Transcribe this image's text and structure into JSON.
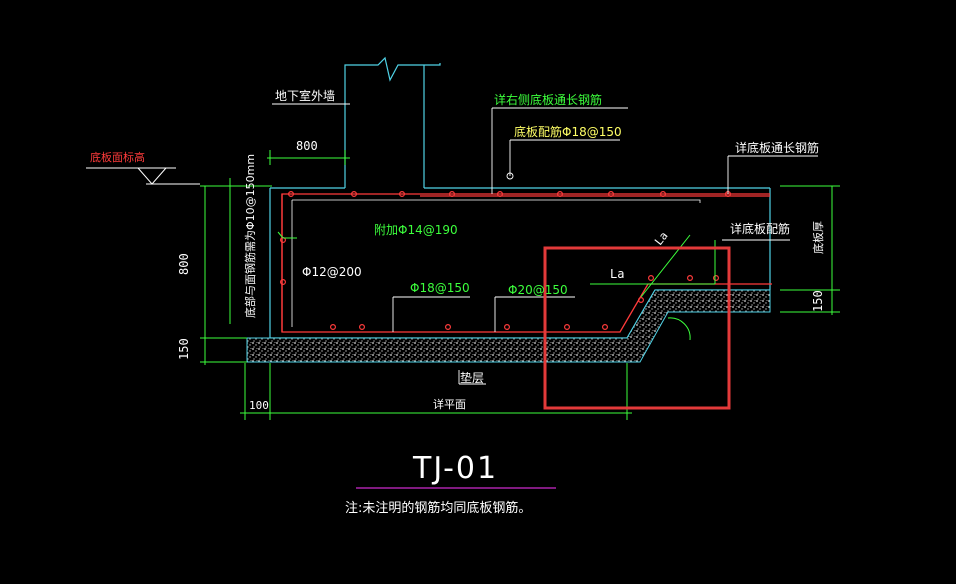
{
  "colors": {
    "background": "#000000",
    "red": "#ff3b3b",
    "cyan": "#4fd2e6",
    "green": "#3cff3c",
    "white": "#ffffff",
    "yellow": "#ffff66",
    "magenta": "#ff33ff",
    "highlight": "#e33a3a",
    "concrete": "#d8d8d8"
  },
  "labels": {
    "basement_wall": "地下室外墙",
    "slab_top_elev": "底板面标高",
    "dim_800_top": "800",
    "detail_right_long_bar": "详右侧底板通长钢筋",
    "slab_bar": "底板配筋Φ18@150",
    "detail_slab_long_bar": "详底板通长钢筋",
    "vertical_note": "底部与面钢筋需为Φ10@150mm",
    "additional_bar": "附加Φ14@190",
    "bar_12": "Φ12@200",
    "bar_18": "Φ18@150",
    "bar_20": "Φ20@150",
    "la": "La",
    "la_diag": "La",
    "detail_slab_dist": "详底板配筋",
    "slab_thickness": "底板厚",
    "dim_800_left": "800",
    "dim_150_left": "150",
    "dim_150_right": "150",
    "dim_100": "100",
    "cushion": "垫层",
    "see_plan": "详平面",
    "title": "TJ-01",
    "note": "注:未注明的钢筋均同底板钢筋。"
  }
}
